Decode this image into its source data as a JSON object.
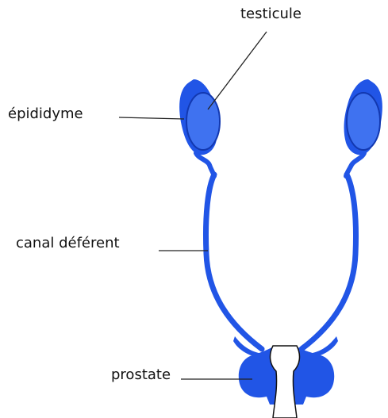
{
  "labels": {
    "testicule": "testicule",
    "epididyme": "épididyme",
    "canal_deferent": "canal déférent",
    "prostate": "prostate"
  },
  "colors": {
    "organ_fill": "#2155e6",
    "organ_highlight": "#3f72f0",
    "organ_shadow": "#1238b0",
    "urethra_fill": "#ffffff",
    "leader_line": "#222222",
    "label_text": "#111111"
  }
}
